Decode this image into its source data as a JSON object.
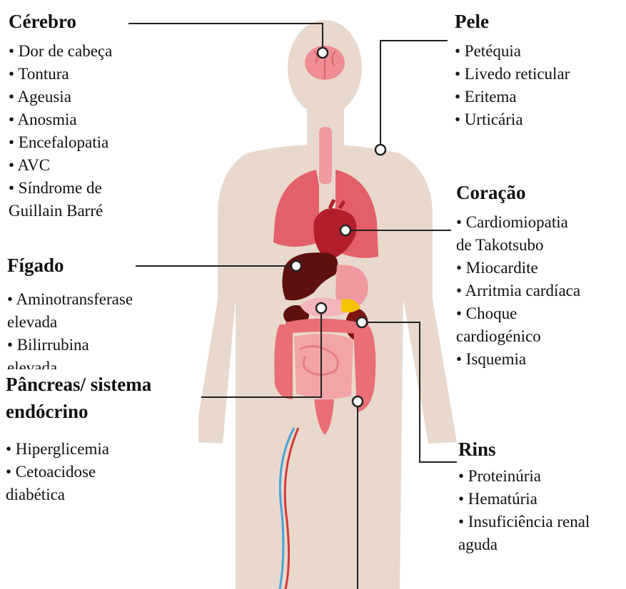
{
  "diagram": {
    "colors": {
      "body": "#e8d9cc",
      "lung": "#e35f6a",
      "heart": "#b21e2b",
      "liver": "#5e0f0f",
      "stomach": "#ef9aa0",
      "intestine": "#f2a4a6",
      "colon": "#ea6e76",
      "kidney": "#7e1313",
      "pancreas": "#f5c400",
      "vein": "#4aa3d8",
      "artery": "#d23a3a",
      "connector": "#222222"
    },
    "sections": {
      "brain": {
        "title": "Cérebro",
        "items": [
          "• Dor de cabeça",
          "• Tontura",
          "• Ageusia",
          "• Anosmia",
          "• Encefalopatia",
          "• AVC",
          "• Síndrome de",
          "Guillain Barré"
        ]
      },
      "skin": {
        "title": "Pele",
        "items": [
          "• Petéquia",
          "• Livedo reticular",
          "• Eritema",
          "• Urticária"
        ]
      },
      "heart": {
        "title": "Coração",
        "items": [
          "• Cardiomiopatia",
          "de Takotsubo",
          "• Miocardite",
          "• Arritmia cardíaca",
          "• Choque",
          "cardiogénico",
          "• Isquemia"
        ]
      },
      "liver": {
        "title": "Fígado",
        "items": [
          "• Aminotransferase",
          "elevada",
          "• Bilirrubina",
          "elevada"
        ]
      },
      "pancreas": {
        "title_line1": "Pâncreas/ sistema",
        "title_line2": "endócrino",
        "items": [
          "• Hiperglicemia",
          "• Cetoacidose",
          "diabética"
        ]
      },
      "kidneys": {
        "title": "Rins",
        "items": [
          "• Proteinúria",
          "• Hematúria",
          "• Insuficiência renal",
          "aguda"
        ]
      }
    }
  }
}
